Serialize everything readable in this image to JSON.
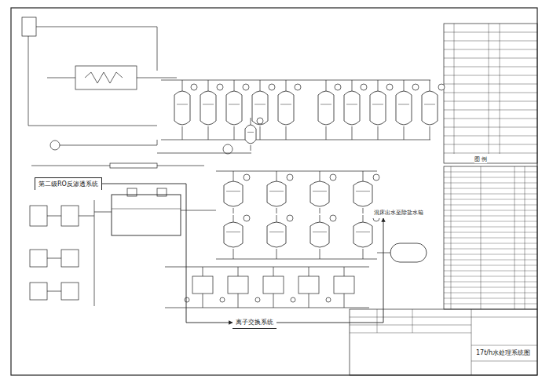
{
  "diagram": {
    "title": "17t/h水处理系统图",
    "nodes": [
      {
        "text": [
          "第二级RO反渗透系统"
        ]
      },
      {
        "text": [
          "混床出水至除盐水箱"
        ]
      },
      {
        "text": [
          "离子交换系统"
        ]
      }
    ],
    "edges": [
      {
        "from": 0,
        "to": 2,
        "arrow": "to"
      },
      {
        "from": 2,
        "to": 1,
        "arrow": "to"
      }
    ],
    "labels": [
      "图 例"
    ]
  }
}
